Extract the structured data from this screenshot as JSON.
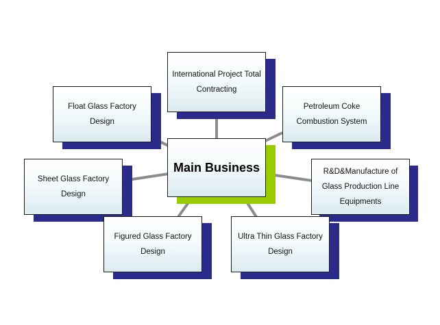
{
  "diagram": {
    "center": {
      "label": "Main Business"
    },
    "nodes": [
      {
        "label": "International Project Total Contracting"
      },
      {
        "label": "Float Glass Factory Design"
      },
      {
        "label": "Petroleum Coke Combustion System"
      },
      {
        "label": "Sheet Glass Factory Design"
      },
      {
        "label": "R&D&Manufacture of Glass Production Line Equipments"
      },
      {
        "label": "Figured Glass Factory Design"
      },
      {
        "label": "Ultra Thin Glass Factory Design"
      }
    ]
  },
  "colors": {
    "connector": "#8c8c8c",
    "node_shadow": "#2b2b8c",
    "center_shadow": "#99cc00",
    "box_border": "#1a1a1a"
  }
}
